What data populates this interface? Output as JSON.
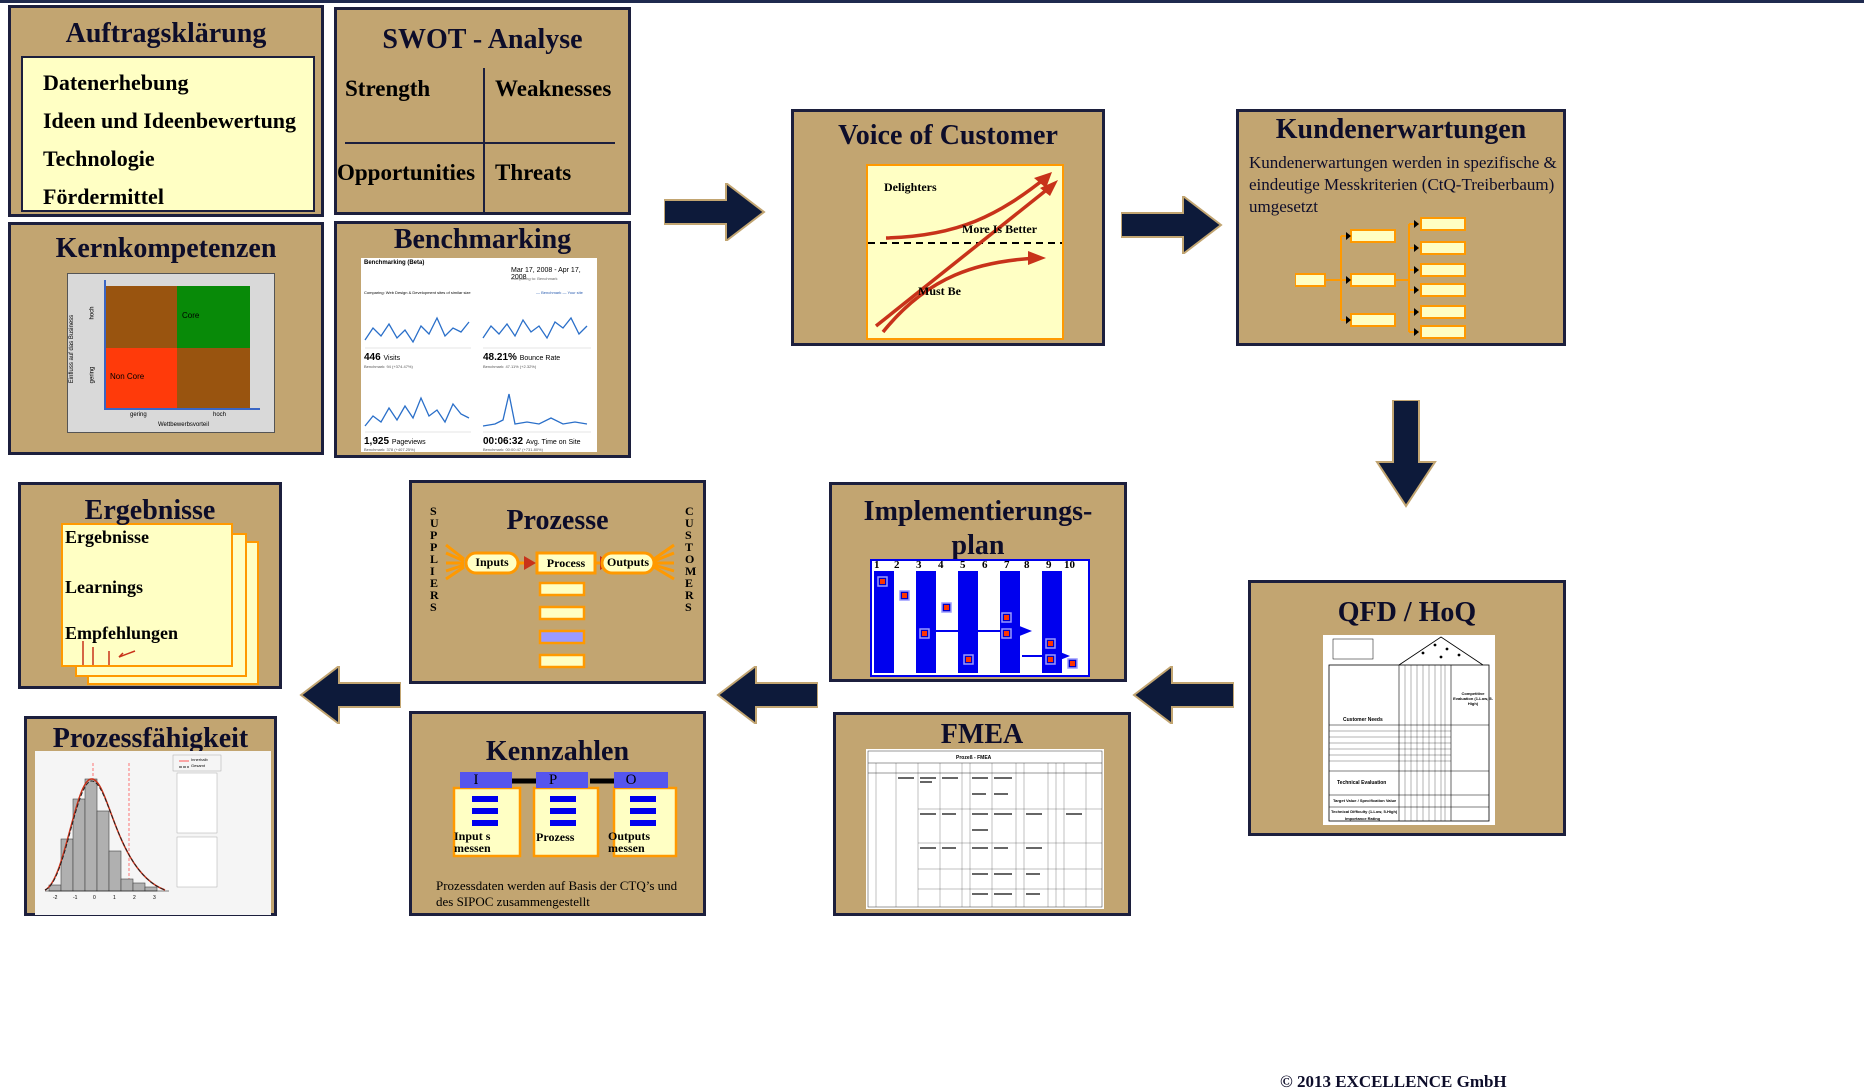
{
  "auftrag": {
    "title": "Auftragsklärung",
    "items": [
      "Datenerhebung",
      "Ideen und Ideenbewertung",
      "Technologie",
      "Fördermittel"
    ]
  },
  "swot": {
    "title": "SWOT - Analyse",
    "strength": "Strength",
    "weaknesses": "Weaknesses",
    "opportunities": "Opportunities",
    "threats": "Threats"
  },
  "kern": {
    "title": "Kernkompetenzen",
    "core": "Core",
    "noncore": "Non Core",
    "ylabel": "Einfluss auf das Business",
    "xlabel": "Wettbewerbsvorteil",
    "y_hoch": "hoch",
    "y_gering": "gering",
    "x_gering": "gering",
    "x_hoch": "hoch"
  },
  "bench": {
    "title": "Benchmarking",
    "header": "Benchmarking (Beta)",
    "daterange": "Mar 17, 2008 - Apr 17, 2008",
    "comparing": "Comparing to: Benchmark",
    "compare_line": "Comparing: Web Design & Development sites of similar size",
    "legend": "— Benchmark  — Your site",
    "m1_value": "446",
    "m1_label": "Visits",
    "m1_sub": "Benchmark: 94 (+374.47%)",
    "m2_value": "48.21%",
    "m2_label": "Bounce Rate",
    "m2_sub": "Benchmark: 47.11% (+2.32%)",
    "m3_value": "1,925",
    "m3_label": "Pageviews",
    "m3_sub": "Benchmark: 378 (+407.25%)",
    "m4_value": "00:06:32",
    "m4_label": "Avg. Time on Site",
    "m4_sub": "Benchmark: 00:00:47 (+731.80%)"
  },
  "voc": {
    "title": "Voice of Customer",
    "delighters": "Delighters",
    "more": "More Is Better",
    "must": "Must Be"
  },
  "kunden": {
    "title": "Kundenerwartungen",
    "text": "Kundenerwartungen werden in spezifische & eindeutige Messkriterien (CtQ-Treiberbaum) umgesetzt"
  },
  "qfd": {
    "title": "QFD / HoQ",
    "customer_needs": "Customer Needs",
    "technical": "Technical Evaluation",
    "target": "Target Value / Specification Value",
    "difficulty": "Technical Difficulty (1-Low, 5-High)",
    "importance": "Importance Rating",
    "competitive": "Competitive Evaluation (1-Low, 5-High)"
  },
  "ergebnisse": {
    "title": "Ergebnisse",
    "items": [
      "Ergebnisse",
      "Learnings",
      "Empfehlungen"
    ]
  },
  "prozesse": {
    "title": "Prozesse",
    "suppliers": "SUPPLIERS",
    "customers": "CUSTOMERS",
    "inputs": "Inputs",
    "process": "Process",
    "outputs": "Outputs"
  },
  "impl": {
    "title": "Implementierungs-plan",
    "numbers": [
      "1",
      "2",
      "3",
      "4",
      "5",
      "6",
      "7",
      "8",
      "9",
      "10"
    ]
  },
  "prozessf": {
    "title": "Prozessfähigkeit",
    "legend1": "Innerhalb",
    "legend2": "Gesamt",
    "xticks": [
      "-2",
      "-1",
      "0",
      "1",
      "2",
      "3"
    ]
  },
  "kennzahlen": {
    "title": "Kennzahlen",
    "tabs": [
      "I",
      "P",
      "O"
    ],
    "labels": [
      "Input s messen",
      "Prozess",
      "Outputs messen"
    ],
    "note": "Prozessdaten werden auf Basis der CTQ’s und des SIPOC zusammengestellt"
  },
  "fmea": {
    "title": "FMEA",
    "table_title": "Prozeß - FMEA"
  },
  "copyright": "© 2013 EXCELLENCE GmbH",
  "colors": {
    "box": "#c2a571",
    "border": "#1c1f3d",
    "cream": "#ffffc4",
    "arrow": "#0d1a3a",
    "orange": "#ff9900",
    "blue": "#0000ee"
  }
}
